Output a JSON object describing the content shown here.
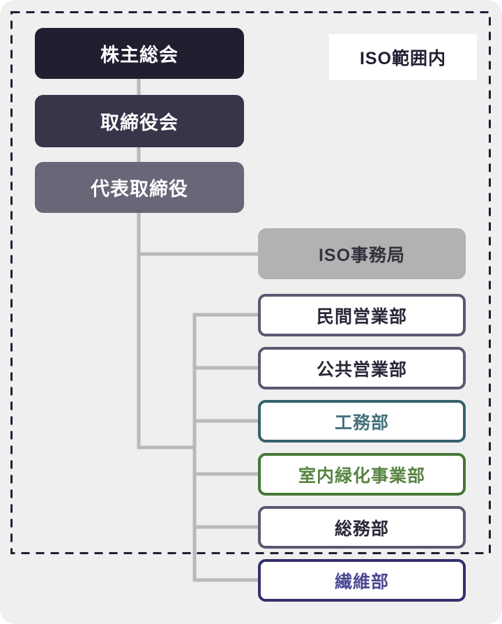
{
  "iso_scope": {
    "label": "ISO範囲内"
  },
  "governance_boxes": [
    {
      "label": "株主総会",
      "bg": "#211e30",
      "text_color": "#ffffff"
    },
    {
      "label": "取締役会",
      "bg": "#383449",
      "text_color": "#ffffff"
    },
    {
      "label": "代表取締役",
      "bg": "#6b6578",
      "text_color": "#ffffff"
    }
  ],
  "secretariat_box": {
    "label": "ISO事務局",
    "bg": "#b2b2b2",
    "text_color": "#33323d"
  },
  "department_boxes": [
    {
      "label": "民間営業部",
      "accent": "#5b5870",
      "text_color": "#2a2738",
      "inside_iso_scope": true
    },
    {
      "label": "公共営業部",
      "accent": "#5b5870",
      "text_color": "#2a2738",
      "inside_iso_scope": true
    },
    {
      "label": "工務部",
      "accent": "#35616d",
      "text_color": "#44707b",
      "inside_iso_scope": true
    },
    {
      "label": "室内緑化事業部",
      "accent": "#457737",
      "text_color": "#578442",
      "inside_iso_scope": true
    },
    {
      "label": "総務部",
      "accent": "#5b5870",
      "text_color": "#2a2738",
      "inside_iso_scope": true
    },
    {
      "label": "繊維部",
      "accent": "#32306b",
      "text_color": "#4b4892",
      "inside_iso_scope": false
    }
  ],
  "colors": {
    "canvas_bg": "#efeff0",
    "connector": "#b9b9b9",
    "iso_boundary_dash": "#211e33"
  }
}
